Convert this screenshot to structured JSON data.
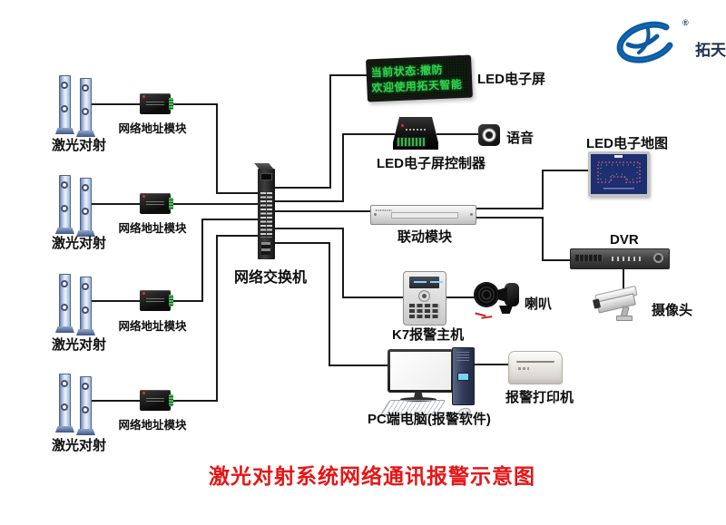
{
  "logo": {
    "text": "拓天",
    "registered": "®"
  },
  "title": "激光对射系统网络通讯报警示意图",
  "devices": {
    "led_screen": {
      "label": "LED电子屏",
      "display_line1": "当前状态:撤防",
      "display_line2": "欢迎使用拓天智能"
    },
    "laser": {
      "label": "激光对射"
    },
    "net_module": {
      "label": "网络地址模块"
    },
    "switch": {
      "label": "网络交换机"
    },
    "controller": {
      "label": "LED电子屏控制器"
    },
    "voice": {
      "label": "语音"
    },
    "linkage": {
      "label": "联动模块"
    },
    "map": {
      "label": "LED电子地图"
    },
    "dvr": {
      "label": "DVR"
    },
    "camera": {
      "label": "摄像头"
    },
    "k7": {
      "label": "K7报警主机"
    },
    "horn": {
      "label": "喇叭"
    },
    "pc": {
      "label": "PC端电脑(报警软件)"
    },
    "printer": {
      "label": "报警打印机"
    }
  },
  "colors": {
    "title_red": "#e71414",
    "led_text_green": "#32d14e",
    "line_black": "#1a1a1a",
    "logo_blue": "#0d5aa0"
  }
}
